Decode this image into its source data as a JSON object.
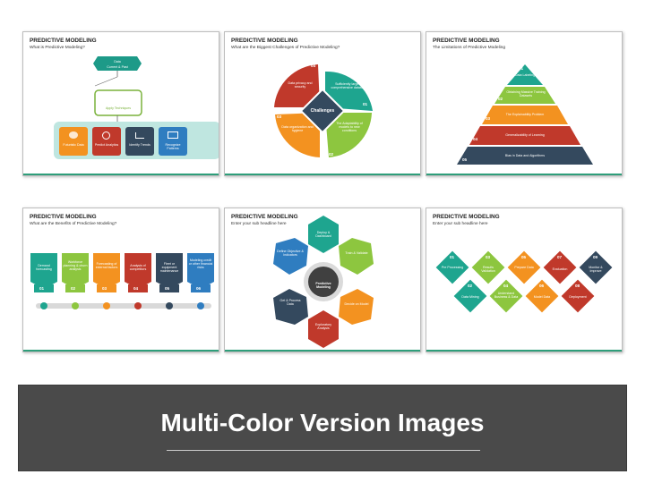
{
  "slides": [
    {
      "title": "PREDICTIVE MODELING",
      "subtitle": "What is Predictive Modeling?",
      "top_box": {
        "label": "Data",
        "sub": "Current & Past"
      },
      "middle_box": {
        "label": "Apply Techniques"
      },
      "items": [
        {
          "label": "Futuristic Data",
          "color": "#f39220",
          "icon": "chart-icon"
        },
        {
          "label": "Predict Analytics",
          "color": "#c0392b",
          "icon": "lens-icon"
        },
        {
          "label": "Identify Trends",
          "color": "#34495e",
          "icon": "trend-icon"
        },
        {
          "label": "Recognize Patterns",
          "color": "#2f7dc0",
          "icon": "monitor-icon"
        }
      ],
      "colors": {
        "top": "#1d9a88",
        "middle": "#7ab23b",
        "tray": "#bfe6e0"
      }
    },
    {
      "title": "PREDICTIVE MODELING",
      "subtitle": "What are the Biggest Challenges of Predictive Modeling?",
      "center_label": "Challenges",
      "petals": [
        {
          "num": "01",
          "label": "Sufficiently large & comprehensive datasets",
          "color": "#1ea58f"
        },
        {
          "num": "02",
          "label": "The Adaptability of models to new conditions",
          "color": "#8dc63f"
        },
        {
          "num": "03",
          "label": "Data organization and hygiene",
          "color": "#f39220"
        },
        {
          "num": "04",
          "label": "Data privacy and security",
          "color": "#c0392b"
        }
      ]
    },
    {
      "title": "PREDICTIVE MODELING",
      "subtitle": "The Limitations of Predictive Modeling",
      "levels": [
        {
          "num": "01",
          "label": "Data Labeling",
          "color": "#1ea58f"
        },
        {
          "num": "02",
          "label": "Obtaining Massive Training Datasets",
          "color": "#8dc63f"
        },
        {
          "num": "03",
          "label": "The Explainability Problem",
          "color": "#f39220"
        },
        {
          "num": "04",
          "label": "Generalizability of Learning",
          "color": "#c0392b"
        },
        {
          "num": "05",
          "label": "Bias in Data and Algorithms",
          "color": "#34495e"
        }
      ]
    },
    {
      "title": "PREDICTIVE MODELING",
      "subtitle": "What are the Benefits of Predictive Modeling?",
      "benefits": [
        {
          "num": "01",
          "label": "Demand forecasting",
          "color": "#1ea58f"
        },
        {
          "num": "02",
          "label": "Workforce planning & churn analysis",
          "color": "#8dc63f"
        },
        {
          "num": "03",
          "label": "Forecasting of external factors",
          "color": "#f39220"
        },
        {
          "num": "04",
          "label": "Analysis of competitors",
          "color": "#c0392b"
        },
        {
          "num": "05",
          "label": "Fleet or equipment maintenance",
          "color": "#34495e"
        },
        {
          "num": "06",
          "label": "Modeling credit or other financial risks",
          "color": "#2f7dc0"
        }
      ]
    },
    {
      "title": "PREDICTIVE MODELING",
      "subtitle": "Enter your sub headline here",
      "hub_label": "Predictive Modeling",
      "hex_items": [
        {
          "label": "Deploy & Dashboard",
          "color": "#1ea58f"
        },
        {
          "label": "Train & Validate",
          "color": "#8dc63f"
        },
        {
          "label": "Decide on Model",
          "color": "#f39220"
        },
        {
          "label": "Exploratory Analysis",
          "color": "#c0392b"
        },
        {
          "label": "Get & Process Data",
          "color": "#34495e"
        },
        {
          "label": "Define Objective & Indicators",
          "color": "#2f7dc0"
        }
      ]
    },
    {
      "title": "PREDICTIVE MODELING",
      "subtitle": "Enter your sub headline here",
      "top_row": [
        {
          "num": "01",
          "label": "Pre Processing",
          "color": "#1ea58f"
        },
        {
          "num": "03",
          "label": "Results Validation",
          "color": "#8dc63f"
        },
        {
          "num": "05",
          "label": "Prepare Data",
          "color": "#f39220"
        },
        {
          "num": "07",
          "label": "Evaluation",
          "color": "#c0392b"
        },
        {
          "num": "09",
          "label": "Monitor & Improve",
          "color": "#34495e"
        }
      ],
      "bottom_row": [
        {
          "num": "02",
          "label": "Data Mining",
          "color": "#1ea58f"
        },
        {
          "num": "04",
          "label": "Understand Business & Data",
          "color": "#8dc63f"
        },
        {
          "num": "06",
          "label": "Model Data",
          "color": "#f39220"
        },
        {
          "num": "08",
          "label": "Deployment",
          "color": "#c0392b"
        }
      ]
    }
  ],
  "banner": {
    "title": "Multi-Color Version Images",
    "background": "#4a4a4a"
  }
}
